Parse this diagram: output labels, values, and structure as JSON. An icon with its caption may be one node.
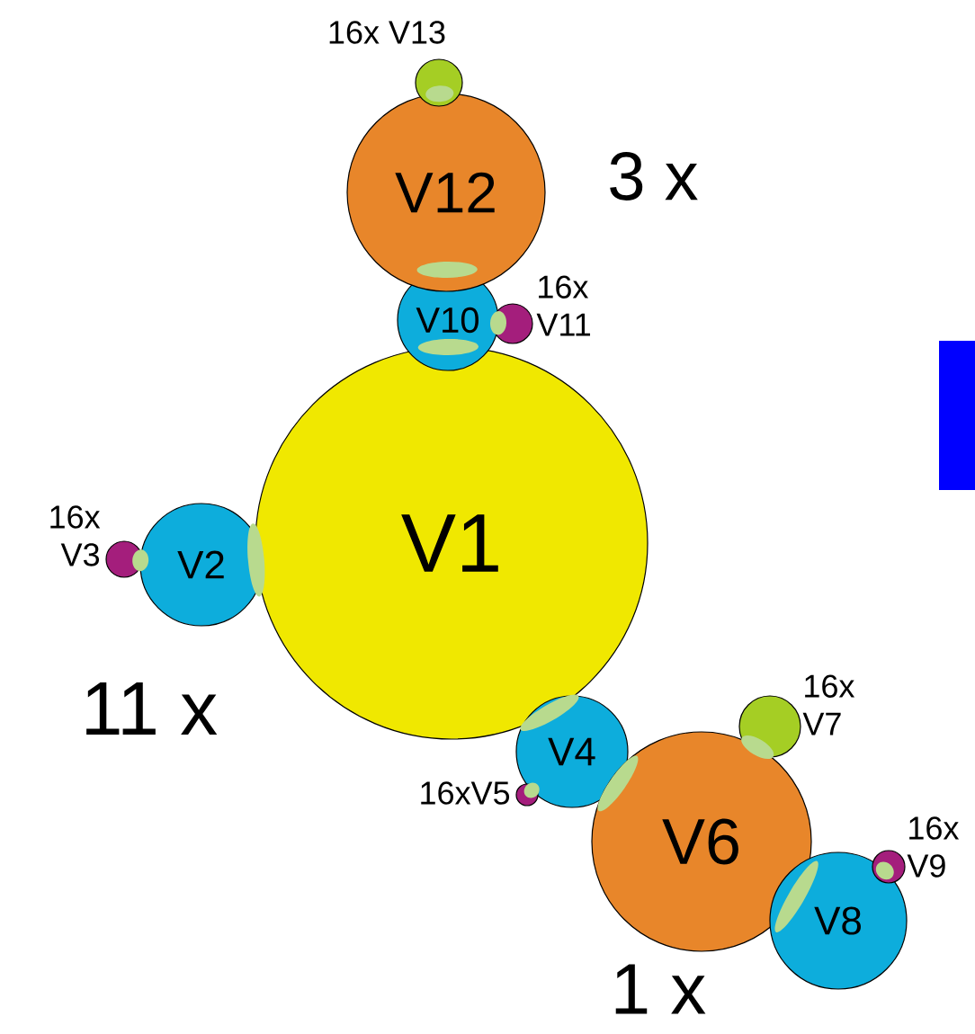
{
  "diagram": {
    "nodes": [
      {
        "text": [
          "V1"
        ]
      },
      {
        "text": [
          "V2"
        ]
      },
      {
        "text": [],
        "shape": "circle",
        "beside": [
          "16x V3"
        ]
      },
      {
        "text": [
          "V10"
        ]
      },
      {
        "text": [],
        "shape": "circle",
        "beside": [
          "16x V11"
        ]
      },
      {
        "text": [
          "V12"
        ]
      },
      {
        "text": [],
        "shape": "circle",
        "beside": [
          "16x V13"
        ]
      },
      {
        "text": [
          "V4"
        ]
      },
      {
        "text": [],
        "shape": "circle",
        "beside": [
          "16xV5"
        ]
      },
      {
        "text": [
          "V6"
        ]
      },
      {
        "text": [],
        "shape": "circle",
        "beside": [
          "16x V7"
        ]
      },
      {
        "text": [
          "V8"
        ]
      },
      {
        "text": [],
        "shape": "circle",
        "beside": [
          "16x V9"
        ]
      },
      {
        "text": [],
        "shape": "bar"
      }
    ],
    "labels": [
      "3 x",
      "11 x",
      "1 x"
    ]
  }
}
